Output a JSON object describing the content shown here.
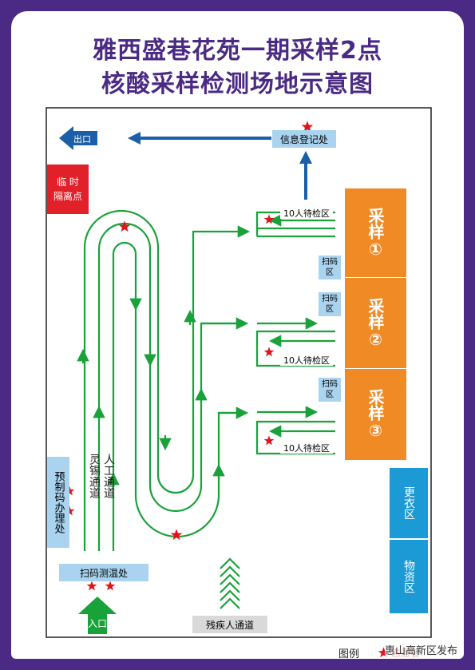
{
  "title": {
    "line1": "雅西盛巷花苑一期采样2点",
    "line2": "核酸采样检测场地示意图"
  },
  "exit_label": "出口",
  "info_registration": "信息登记处",
  "temp_isolation": "临 时\n隔离点",
  "waiting_zone": "10人待检区",
  "scan_zone": "扫码\n区",
  "sampling_stations": [
    {
      "label": "采样",
      "num": "①"
    },
    {
      "label": "采样",
      "num": "②"
    },
    {
      "label": "采样",
      "num": "③"
    }
  ],
  "pre_code_office": "预制码办理处",
  "lingxi_channel": "灵锡通道",
  "worker_channel": "人工通道",
  "scan_temp": "扫码测温处",
  "entrance_label": "入口",
  "changing_area": "更衣区",
  "supply_area": "物资区",
  "disabled_channel": "残疾人通道",
  "legend": {
    "prefix": "图例",
    "volunteer": "志愿者"
  },
  "watermark": "惠山高新区发布",
  "colors": {
    "frame": "#4a2a84",
    "flow_arrow": "#1b5fa8",
    "path": "#19a23a",
    "sampling": "#f08a24",
    "isolation": "#e2202a",
    "light_box": "#a9d3ef",
    "blue_area": "#1b9ad6",
    "entrance": "#19a23a",
    "volunteer_star": "#e1141b"
  },
  "icons": [
    "star-icon",
    "exit-arrow-icon",
    "entrance-arrow-icon",
    "chevron-up-icon"
  ]
}
